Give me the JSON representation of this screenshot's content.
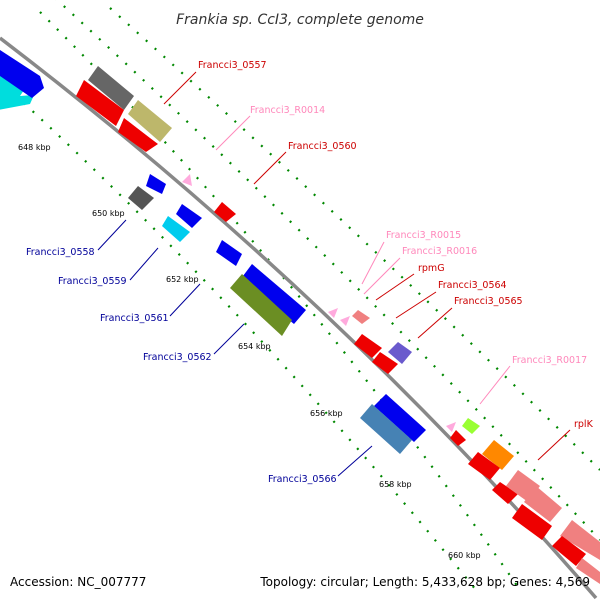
{
  "title": "Frankia sp. CcI3, complete genome",
  "footer": {
    "accession": "Accession: NC_007777",
    "topology": "Topology: circular; Length: 5,433,628 bp; Genes: 4,569"
  },
  "colors": {
    "forward_label": "#cc0000",
    "reverse_label": "#000099",
    "rna_label": "#ff88bb",
    "backbone": "#888888",
    "tick": "#008800"
  },
  "scale_labels": [
    "648 kbp",
    "650 kbp",
    "652 kbp",
    "654 kbp",
    "656 kbp",
    "658 kbp",
    "660 kbp"
  ],
  "gene_labels": [
    {
      "text": "Francci3_0557",
      "strand": "forward"
    },
    {
      "text": "Francci3_R0014",
      "strand": "rna"
    },
    {
      "text": "Francci3_0560",
      "strand": "forward"
    },
    {
      "text": "Francci3_R0015",
      "strand": "rna"
    },
    {
      "text": "Francci3_R0016",
      "strand": "rna"
    },
    {
      "text": "rpmG",
      "strand": "forward"
    },
    {
      "text": "Francci3_0564",
      "strand": "forward"
    },
    {
      "text": "Francci3_0565",
      "strand": "forward"
    },
    {
      "text": "Francci3_R0017",
      "strand": "rna"
    },
    {
      "text": "rplK",
      "strand": "forward"
    },
    {
      "text": "Francci3_0558",
      "strand": "reverse"
    },
    {
      "text": "Francci3_0559",
      "strand": "reverse"
    },
    {
      "text": "Francci3_0561",
      "strand": "reverse"
    },
    {
      "text": "Francci3_0562",
      "strand": "reverse"
    },
    {
      "text": "Francci3_0566",
      "strand": "reverse"
    }
  ]
}
